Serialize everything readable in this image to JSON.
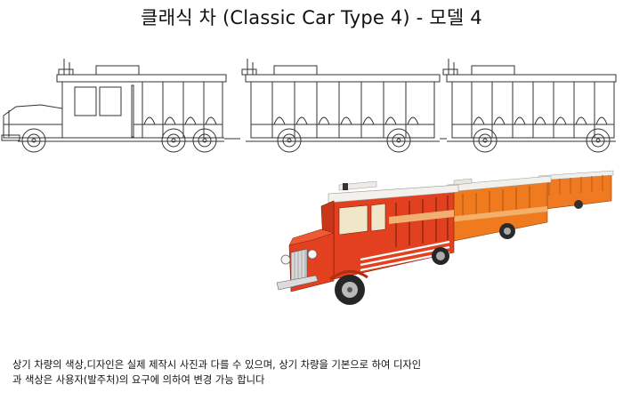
{
  "title": "클래식 차 (Classic Car Type 4) - 모델 4",
  "caption": {
    "line1": "상기 차량의 색상,디자인은 실제 제작시 사진과 다를 수 있으며, 상기 차량을 기본으로 하여 디자인",
    "line2": "과 색상은 사용자(발주처)의 요구에 의하여  변경 가능 합니다"
  },
  "colors": {
    "body_red": "#e2401f",
    "trailer_orange": "#f07a1e",
    "roof": "#f2f0ea",
    "line": "#333333"
  }
}
